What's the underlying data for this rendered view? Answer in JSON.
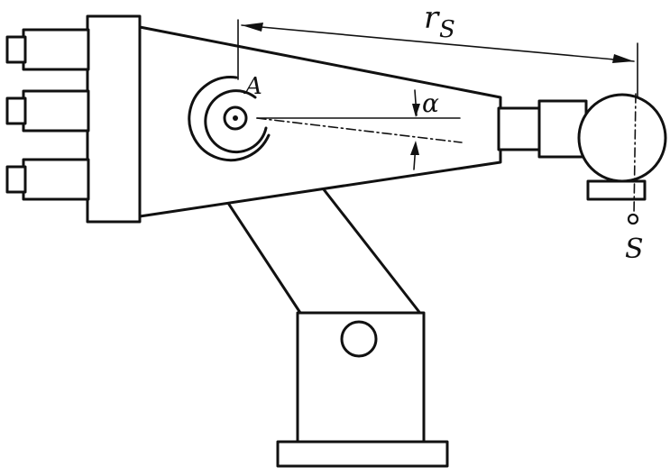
{
  "labels": {
    "pivot": "A",
    "angle": "α",
    "radius": "r",
    "radius_sub": "S",
    "center": "S"
  },
  "colors": {
    "ink": "#111111",
    "paper": "#ffffff"
  }
}
